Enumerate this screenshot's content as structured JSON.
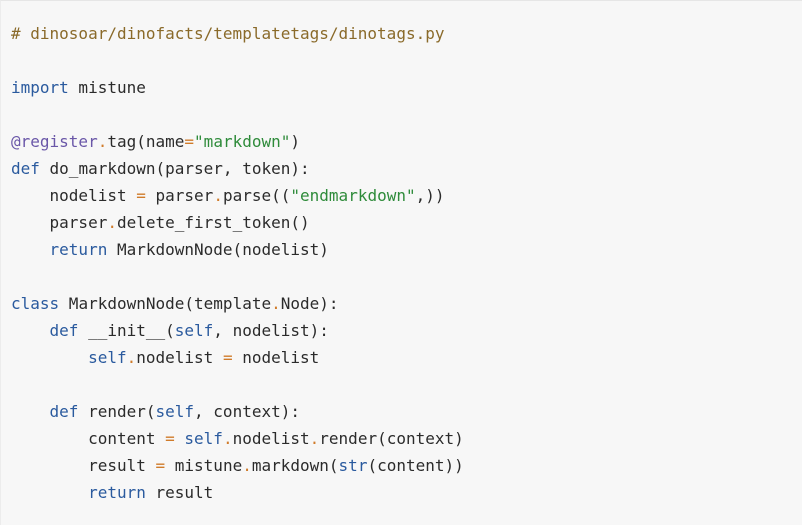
{
  "code": {
    "colors": {
      "background": "#f7f7f7",
      "comment": "#8a6a2a",
      "keyword": "#2a5a9e",
      "string": "#2e8b3a",
      "operator": "#d07b2a",
      "decorator": "#6a57a8",
      "text": "#2b2b2b"
    },
    "lines": [
      [
        {
          "t": "comment",
          "v": "# dinosoar/dinofacts/templatetags/dinotags.py"
        }
      ],
      [],
      [
        {
          "t": "keyword",
          "v": "import"
        },
        {
          "t": "plain",
          "v": " mistune"
        }
      ],
      [],
      [
        {
          "t": "decorator",
          "v": "@register"
        },
        {
          "t": "op",
          "v": "."
        },
        {
          "t": "plain",
          "v": "tag(name"
        },
        {
          "t": "op",
          "v": "="
        },
        {
          "t": "string",
          "v": "\"markdown\""
        },
        {
          "t": "plain",
          "v": ")"
        }
      ],
      [
        {
          "t": "keyword",
          "v": "def"
        },
        {
          "t": "plain",
          "v": " do_markdown(parser, token):"
        }
      ],
      [
        {
          "t": "plain",
          "v": "    nodelist "
        },
        {
          "t": "op",
          "v": "="
        },
        {
          "t": "plain",
          "v": " parser"
        },
        {
          "t": "op",
          "v": "."
        },
        {
          "t": "plain",
          "v": "parse(("
        },
        {
          "t": "string",
          "v": "\"endmarkdown\""
        },
        {
          "t": "plain",
          "v": ",))"
        }
      ],
      [
        {
          "t": "plain",
          "v": "    parser"
        },
        {
          "t": "op",
          "v": "."
        },
        {
          "t": "plain",
          "v": "delete_first_token()"
        }
      ],
      [
        {
          "t": "plain",
          "v": "    "
        },
        {
          "t": "keyword",
          "v": "return"
        },
        {
          "t": "plain",
          "v": " MarkdownNode(nodelist)"
        }
      ],
      [],
      [
        {
          "t": "keyword",
          "v": "class"
        },
        {
          "t": "plain",
          "v": " MarkdownNode(template"
        },
        {
          "t": "op",
          "v": "."
        },
        {
          "t": "plain",
          "v": "Node):"
        }
      ],
      [
        {
          "t": "plain",
          "v": "    "
        },
        {
          "t": "keyword",
          "v": "def"
        },
        {
          "t": "plain",
          "v": " __init__("
        },
        {
          "t": "builtin",
          "v": "self"
        },
        {
          "t": "plain",
          "v": ", nodelist):"
        }
      ],
      [
        {
          "t": "plain",
          "v": "        "
        },
        {
          "t": "builtin",
          "v": "self"
        },
        {
          "t": "op",
          "v": "."
        },
        {
          "t": "plain",
          "v": "nodelist "
        },
        {
          "t": "op",
          "v": "="
        },
        {
          "t": "plain",
          "v": " nodelist"
        }
      ],
      [],
      [
        {
          "t": "plain",
          "v": "    "
        },
        {
          "t": "keyword",
          "v": "def"
        },
        {
          "t": "plain",
          "v": " render("
        },
        {
          "t": "builtin",
          "v": "self"
        },
        {
          "t": "plain",
          "v": ", context):"
        }
      ],
      [
        {
          "t": "plain",
          "v": "        content "
        },
        {
          "t": "op",
          "v": "="
        },
        {
          "t": "plain",
          "v": " "
        },
        {
          "t": "builtin",
          "v": "self"
        },
        {
          "t": "op",
          "v": "."
        },
        {
          "t": "plain",
          "v": "nodelist"
        },
        {
          "t": "op",
          "v": "."
        },
        {
          "t": "plain",
          "v": "render(context)"
        }
      ],
      [
        {
          "t": "plain",
          "v": "        result "
        },
        {
          "t": "op",
          "v": "="
        },
        {
          "t": "plain",
          "v": " mistune"
        },
        {
          "t": "op",
          "v": "."
        },
        {
          "t": "plain",
          "v": "markdown("
        },
        {
          "t": "builtin",
          "v": "str"
        },
        {
          "t": "plain",
          "v": "(content))"
        }
      ],
      [
        {
          "t": "plain",
          "v": "        "
        },
        {
          "t": "keyword",
          "v": "return"
        },
        {
          "t": "plain",
          "v": " result"
        }
      ]
    ]
  }
}
